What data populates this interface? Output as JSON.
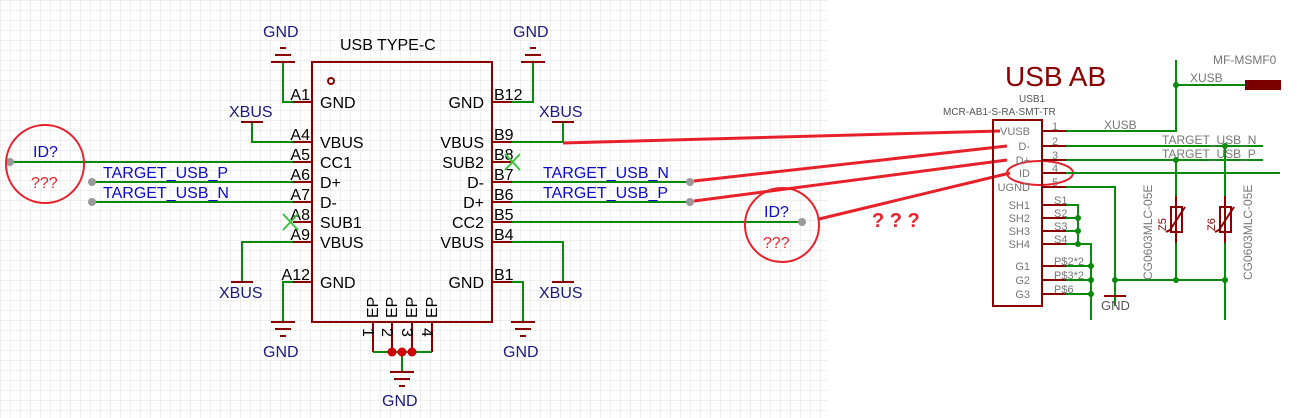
{
  "typec": {
    "title": "USB TYPE-C",
    "left_pins": [
      {
        "num": "A1",
        "name": "GND"
      },
      {
        "num": "A4",
        "name": "VBUS"
      },
      {
        "num": "A5",
        "name": "CC1"
      },
      {
        "num": "A6",
        "name": "D+"
      },
      {
        "num": "A7",
        "name": "D-"
      },
      {
        "num": "A8",
        "name": "SUB1"
      },
      {
        "num": "A9",
        "name": "VBUS"
      },
      {
        "num": "A12",
        "name": "GND"
      }
    ],
    "right_pins": [
      {
        "num": "B12",
        "name": "GND"
      },
      {
        "num": "B9",
        "name": "VBUS"
      },
      {
        "num": "B8",
        "name": "SUB2"
      },
      {
        "num": "B7",
        "name": "D-"
      },
      {
        "num": "B6",
        "name": "D+"
      },
      {
        "num": "B5",
        "name": "CC2"
      },
      {
        "num": "B4",
        "name": "VBUS"
      },
      {
        "num": "B1",
        "name": "GND"
      }
    ],
    "ep_pins": [
      {
        "num": "1",
        "name": "EP"
      },
      {
        "num": "2",
        "name": "EP"
      },
      {
        "num": "3",
        "name": "EP"
      },
      {
        "num": "4",
        "name": "EP"
      }
    ]
  },
  "nets": {
    "gnd": "GND",
    "xbus": "XBUS",
    "target_usb_p": "TARGET_USB_P",
    "target_usb_n": "TARGET_USB_N",
    "xusb": "XUSB"
  },
  "annotations": {
    "id_q": "ID?",
    "qqq": "???",
    "big_q": "? ? ?"
  },
  "usbab": {
    "title": "USB AB",
    "ref": "USB1",
    "part": "MCR-AB1-S-RA-SMT-TR",
    "pins": [
      {
        "num": "1",
        "name": "VUSB"
      },
      {
        "num": "2",
        "name": "D-"
      },
      {
        "num": "3",
        "name": "D+"
      },
      {
        "num": "4",
        "name": "ID"
      },
      {
        "num": "5",
        "name": "UGND"
      }
    ],
    "shield_pins": [
      {
        "num": "S1",
        "name": "SH1"
      },
      {
        "num": "S2",
        "name": "SH2"
      },
      {
        "num": "S3",
        "name": "SH3"
      },
      {
        "num": "S4",
        "name": "SH4"
      },
      {
        "num": "P$2*2",
        "name": "G1"
      },
      {
        "num": "P$3*2",
        "name": "G2"
      },
      {
        "num": "P$6",
        "name": "G3"
      }
    ],
    "fuse": "MF-MSMF0",
    "z5": {
      "ref": "Z5",
      "part": "CG0603MLC-05E"
    },
    "z6": {
      "ref": "Z6",
      "part": "CG0603MLC-05E"
    }
  },
  "colors": {
    "wire": "#0a8a0a",
    "symbol": "#8b0000",
    "annotation": "#e8202a",
    "net_label": "#0a0acc"
  }
}
